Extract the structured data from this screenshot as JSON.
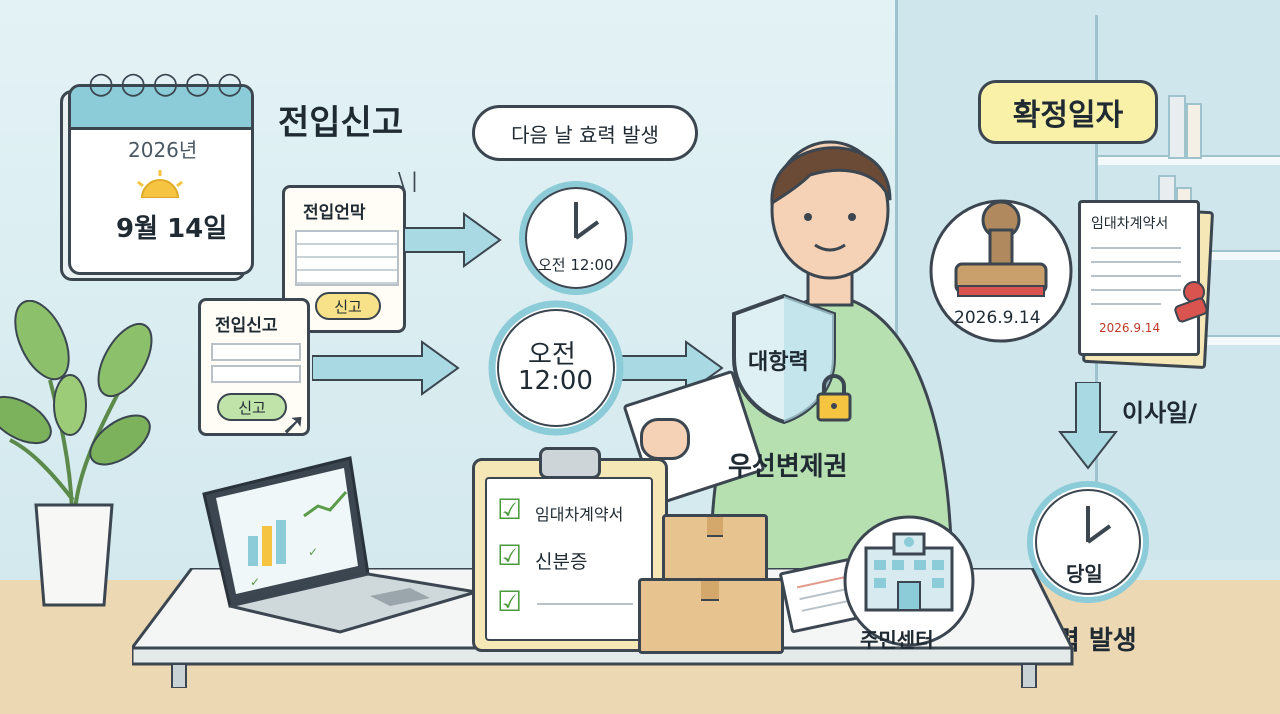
{
  "calendar": {
    "year": "2026년",
    "date": "9월 14일"
  },
  "title_registration": "전입신고",
  "form_top": {
    "title": "전입언막",
    "button": "신고"
  },
  "form_bottom": {
    "title": "전입신고",
    "button": "신고"
  },
  "speech_next_day": "다음 날 효력 발생",
  "clock_small_label": "오전 12:00",
  "clock_big_label": {
    "line1": "오전",
    "line2": "12:00"
  },
  "shield_label": "대항력",
  "priority_label": "우선변제권",
  "speech_fixed_date": "확정일자",
  "stamp_date": "2026.9.14",
  "contract_doc": {
    "title": "임대차계약서",
    "stamp_date": "2026.9.14"
  },
  "move_day_label": "이사일/",
  "clock_same_day": "당일",
  "effect_same_day": "효력 발생",
  "checklist": {
    "items": [
      "임대차계약서",
      "신분증",
      ""
    ]
  },
  "community_center": "주민센터"
}
